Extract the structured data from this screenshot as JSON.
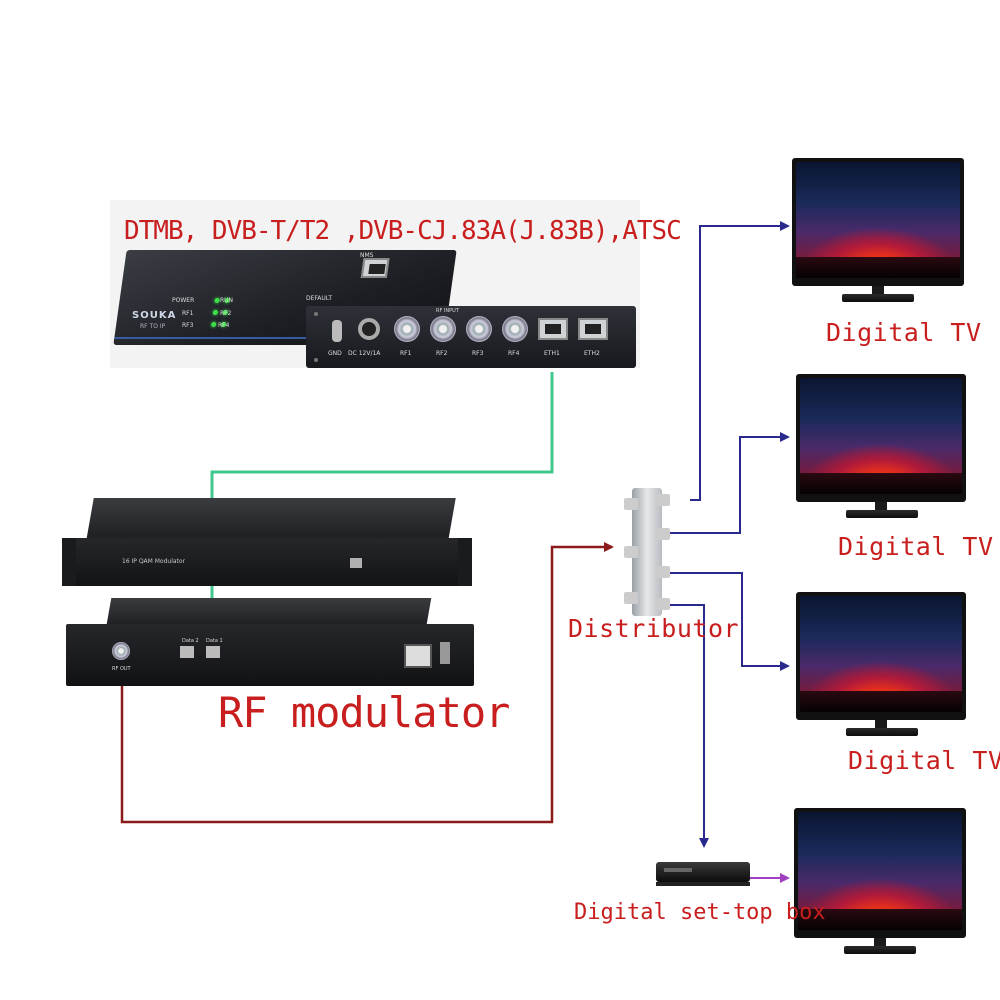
{
  "standards_text": "DTMB, DVB-T/T2 ,DVB-CJ.83A(J.83B),ATSC",
  "rf_to_ip_device": {
    "brand": "SOUKA",
    "subtitle": "RF TO IP",
    "front_labels": [
      "POWER",
      "RUN",
      "RF1",
      "RF2",
      "RF3",
      "RF4",
      "DEFAULT",
      "NMS"
    ],
    "back_labels": {
      "rf_input": "RF INPUT",
      "gnd": "GND",
      "dc": "DC 12V/1A",
      "rf": [
        "RF1",
        "RF2",
        "RF3",
        "RF4"
      ],
      "eth": [
        "ETH1",
        "ETH2"
      ]
    }
  },
  "modulator_device": {
    "front_text": "16 IP QAM Modulator",
    "back_ports": [
      "Data 2",
      "Data 1",
      "RF OUT"
    ]
  },
  "labels": {
    "rf_modulator": "RF modulator",
    "distributor": "Distributor",
    "tv": [
      "Digital TV",
      "Digital TV",
      "Digital TV"
    ],
    "set_top_box": "Digital set-top box"
  },
  "colors": {
    "ethernet_wire": "#3fc88c",
    "rf_wire": "#8b1a1a",
    "distribution_wire": "#2a2a8c",
    "hdmi_wire": "#a040c0",
    "label_red": "#c81e1e"
  }
}
